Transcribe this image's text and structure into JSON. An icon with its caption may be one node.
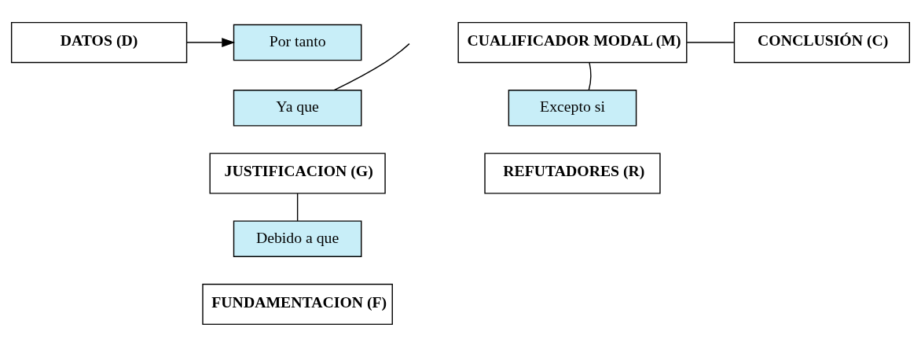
{
  "diagram": {
    "nodes": [
      {
        "text": [
          "DATOS (D)"
        ]
      },
      {
        "text": [
          "Por tanto"
        ]
      },
      {
        "text": [
          "CUALIFICADOR MODAL (M)"
        ]
      },
      {
        "text": [
          "CONCLUSIÓN (C)"
        ]
      },
      {
        "text": [
          "Ya que"
        ]
      },
      {
        "text": [
          "Excepto si"
        ]
      },
      {
        "text": [
          "JUSTIFICACION (G)"
        ]
      },
      {
        "text": [
          "REFUTADORES (R)"
        ]
      },
      {
        "text": [
          "Debido a que"
        ]
      },
      {
        "text": [
          "FUNDAMENTACION (F)"
        ]
      }
    ],
    "edges": [
      {
        "from": 0,
        "to": 1,
        "arrow": "to"
      },
      {
        "from": 4,
        "to": null,
        "arrow": "none"
      },
      {
        "from": 6,
        "to": 8,
        "arrow": "none"
      },
      {
        "from": 2,
        "to": 3,
        "arrow": "none"
      },
      {
        "from": 2,
        "to": 5,
        "arrow": "none"
      }
    ]
  }
}
